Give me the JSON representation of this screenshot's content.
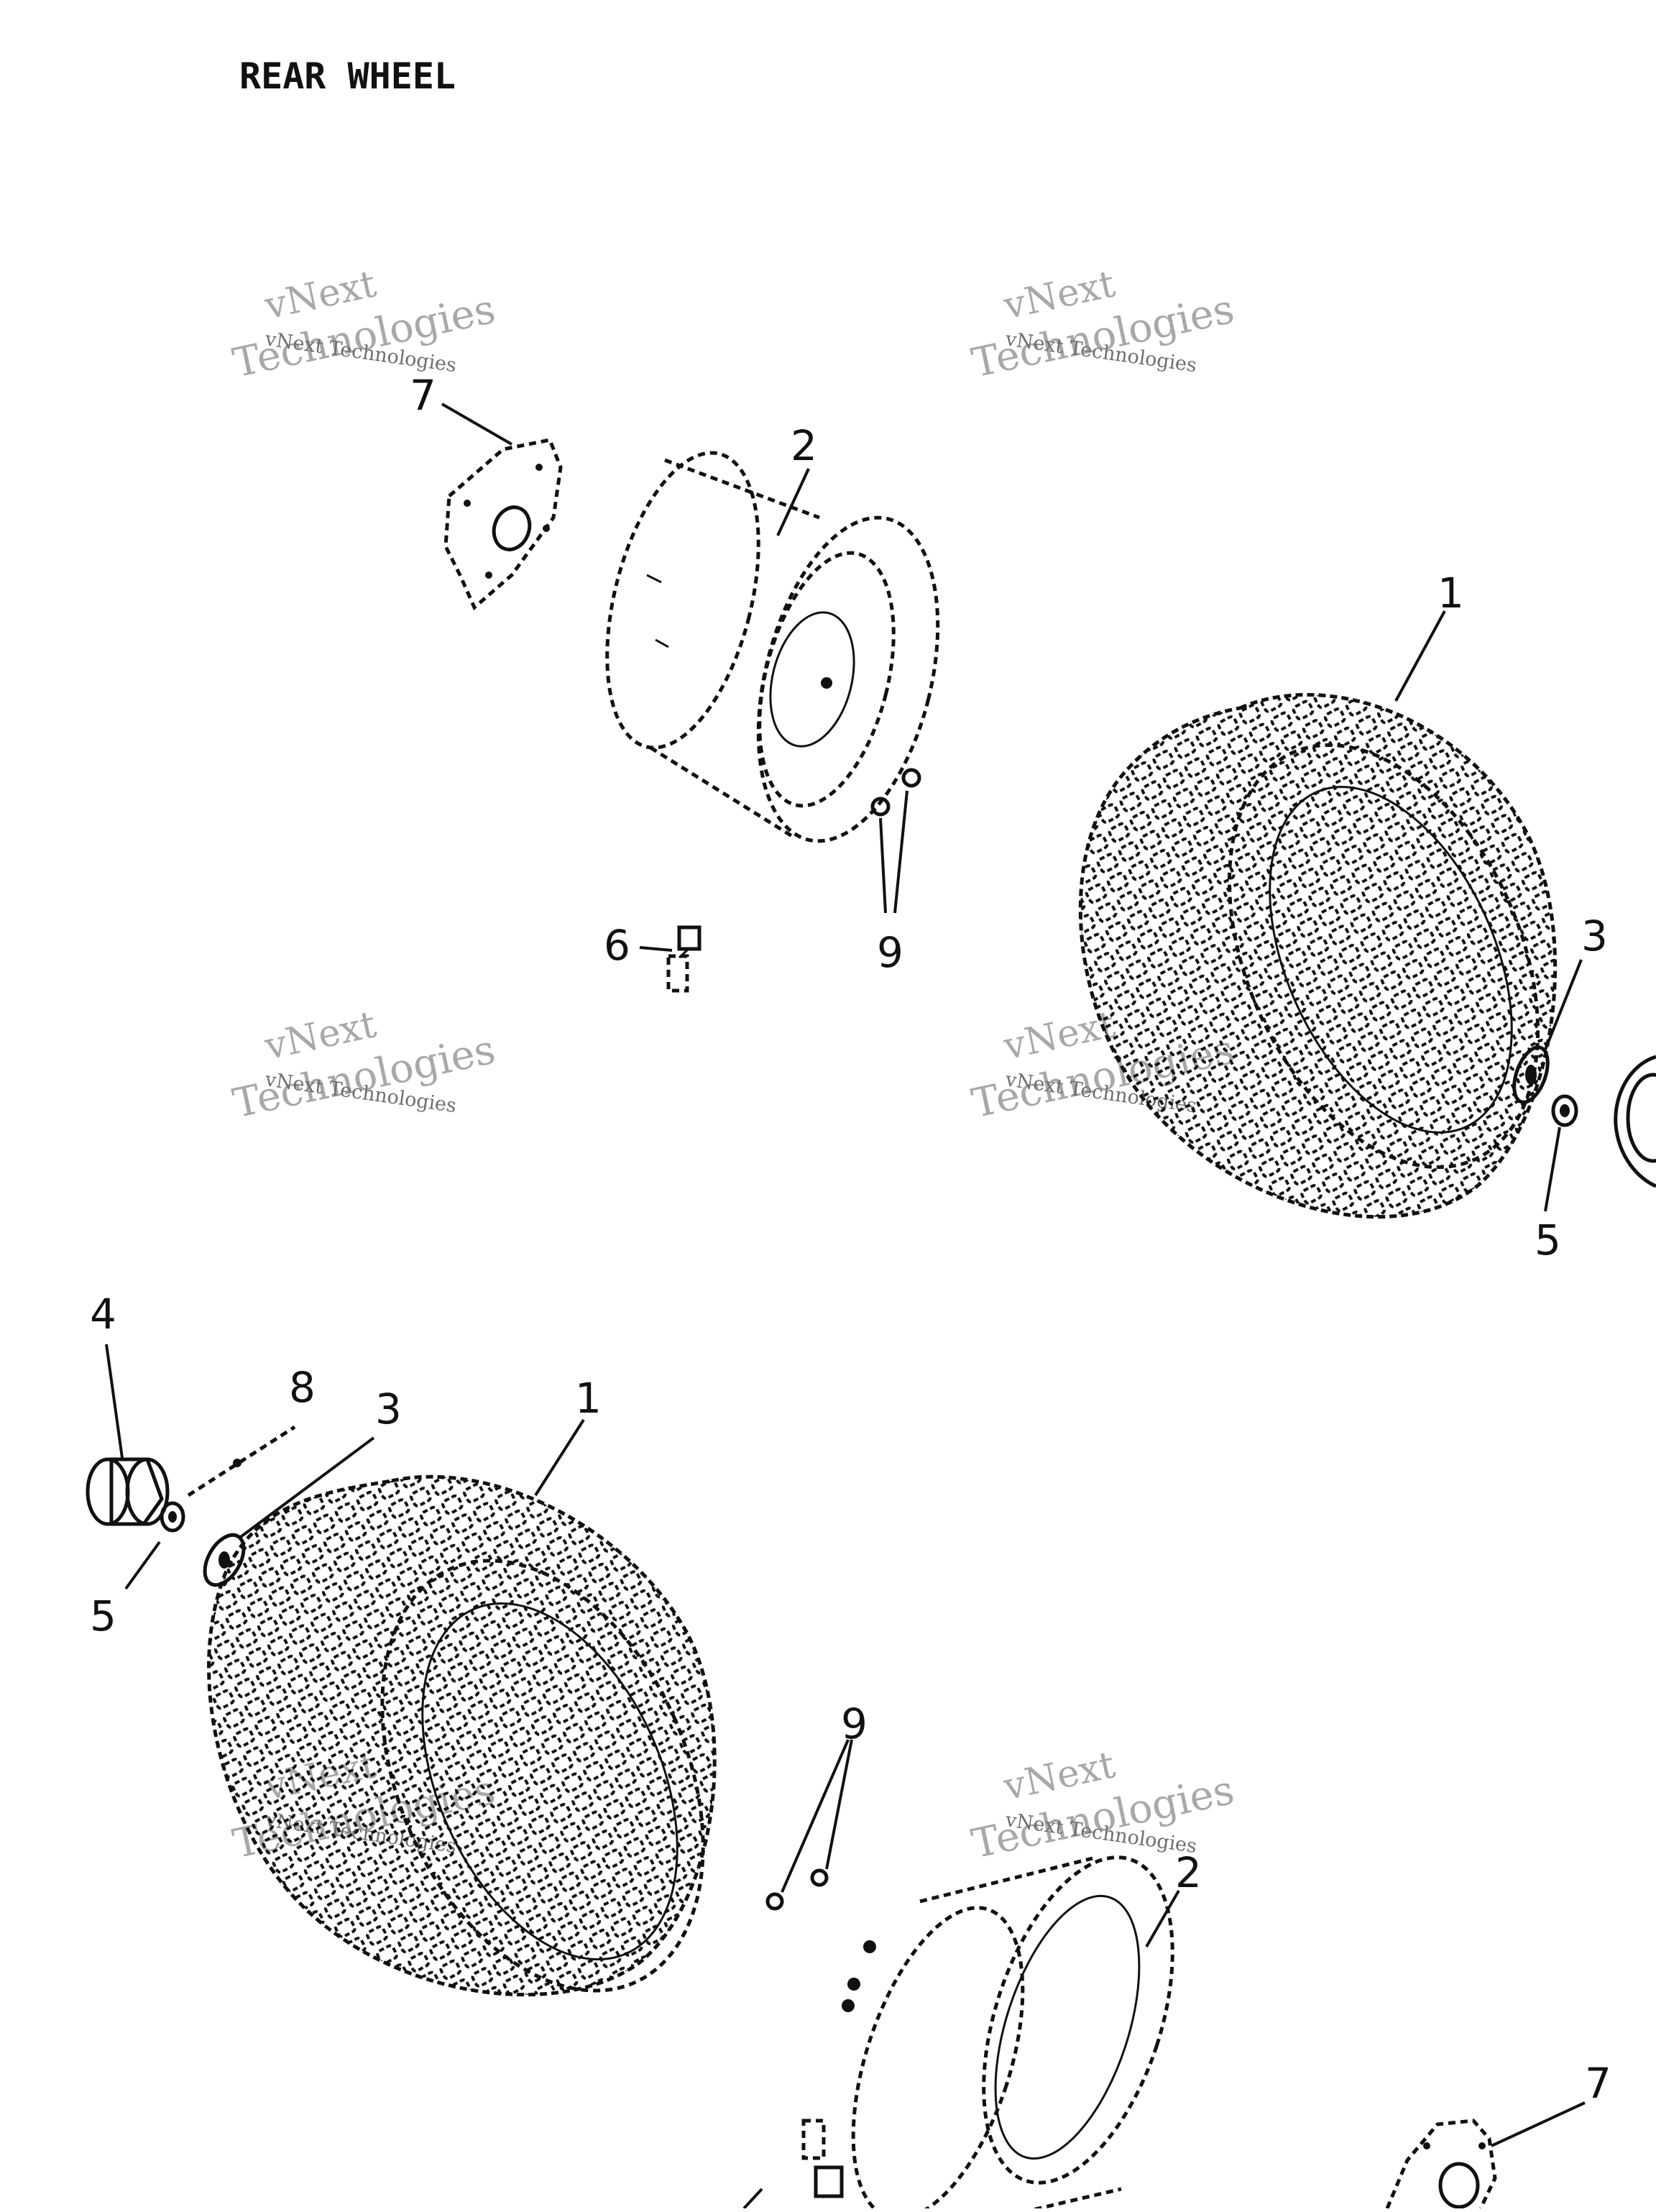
{
  "title": "REAR WHEEL",
  "callouts": {
    "c7_top": "7",
    "c2_top": "2",
    "c1_top": "1",
    "c3_right": "3",
    "c5_right": "5",
    "c6_top": "6",
    "c9_top": "9",
    "c4_left": "4",
    "c8_left": "8",
    "c3_left": "3",
    "c1_bottom": "1",
    "c5_left": "5",
    "c9_bottom": "9",
    "c2_bottom": "2",
    "c7_bottom": "7"
  },
  "watermark": {
    "small": "vNext Technologies",
    "large_line1": "vNext",
    "large_line2": "Technologies"
  }
}
